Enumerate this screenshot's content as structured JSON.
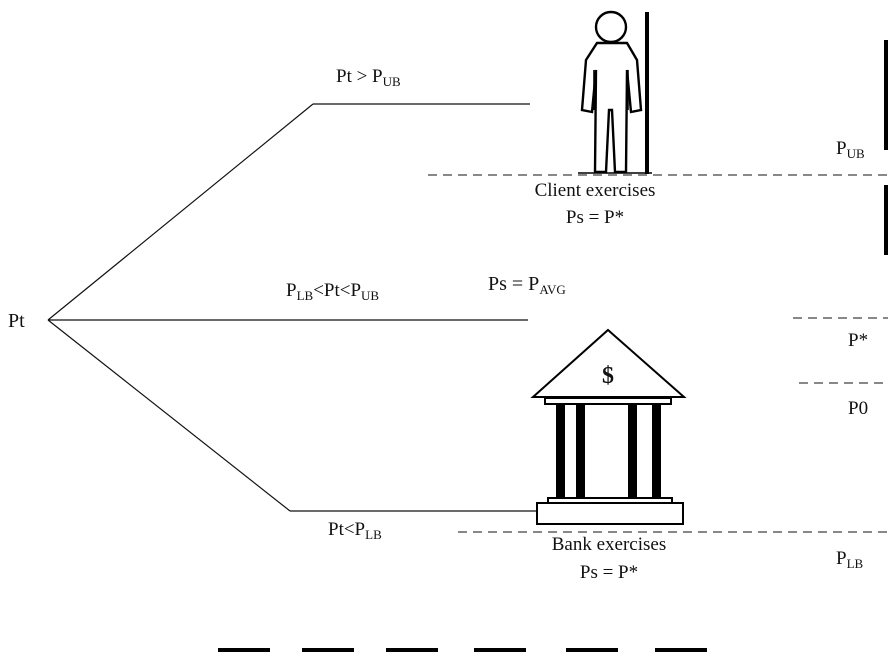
{
  "root": {
    "label": "Pt"
  },
  "branches": {
    "upper": {
      "label_main": "Pt > P",
      "label_sub": "UB"
    },
    "middle": {
      "label_p1": "P",
      "label_sub1": "LB",
      "label_mid": "<Pt<P",
      "label_sub2": "UB"
    },
    "lower": {
      "label_main": "Pt<P",
      "label_sub": "LB"
    }
  },
  "outcomes": {
    "client": {
      "caption": "Client exercises",
      "formula": "Ps = P*"
    },
    "average": {
      "formula_main": "Ps = P",
      "formula_sub": "AVG"
    },
    "bank": {
      "caption": "Bank exercises",
      "formula": "Ps = P*",
      "symbol": "$"
    }
  },
  "levels": {
    "upper_bound": {
      "main": "P",
      "sub": "UB"
    },
    "strike": {
      "main": "P*"
    },
    "initial": {
      "main": "P0"
    },
    "lower_bound": {
      "main": "P",
      "sub": "LB"
    }
  }
}
